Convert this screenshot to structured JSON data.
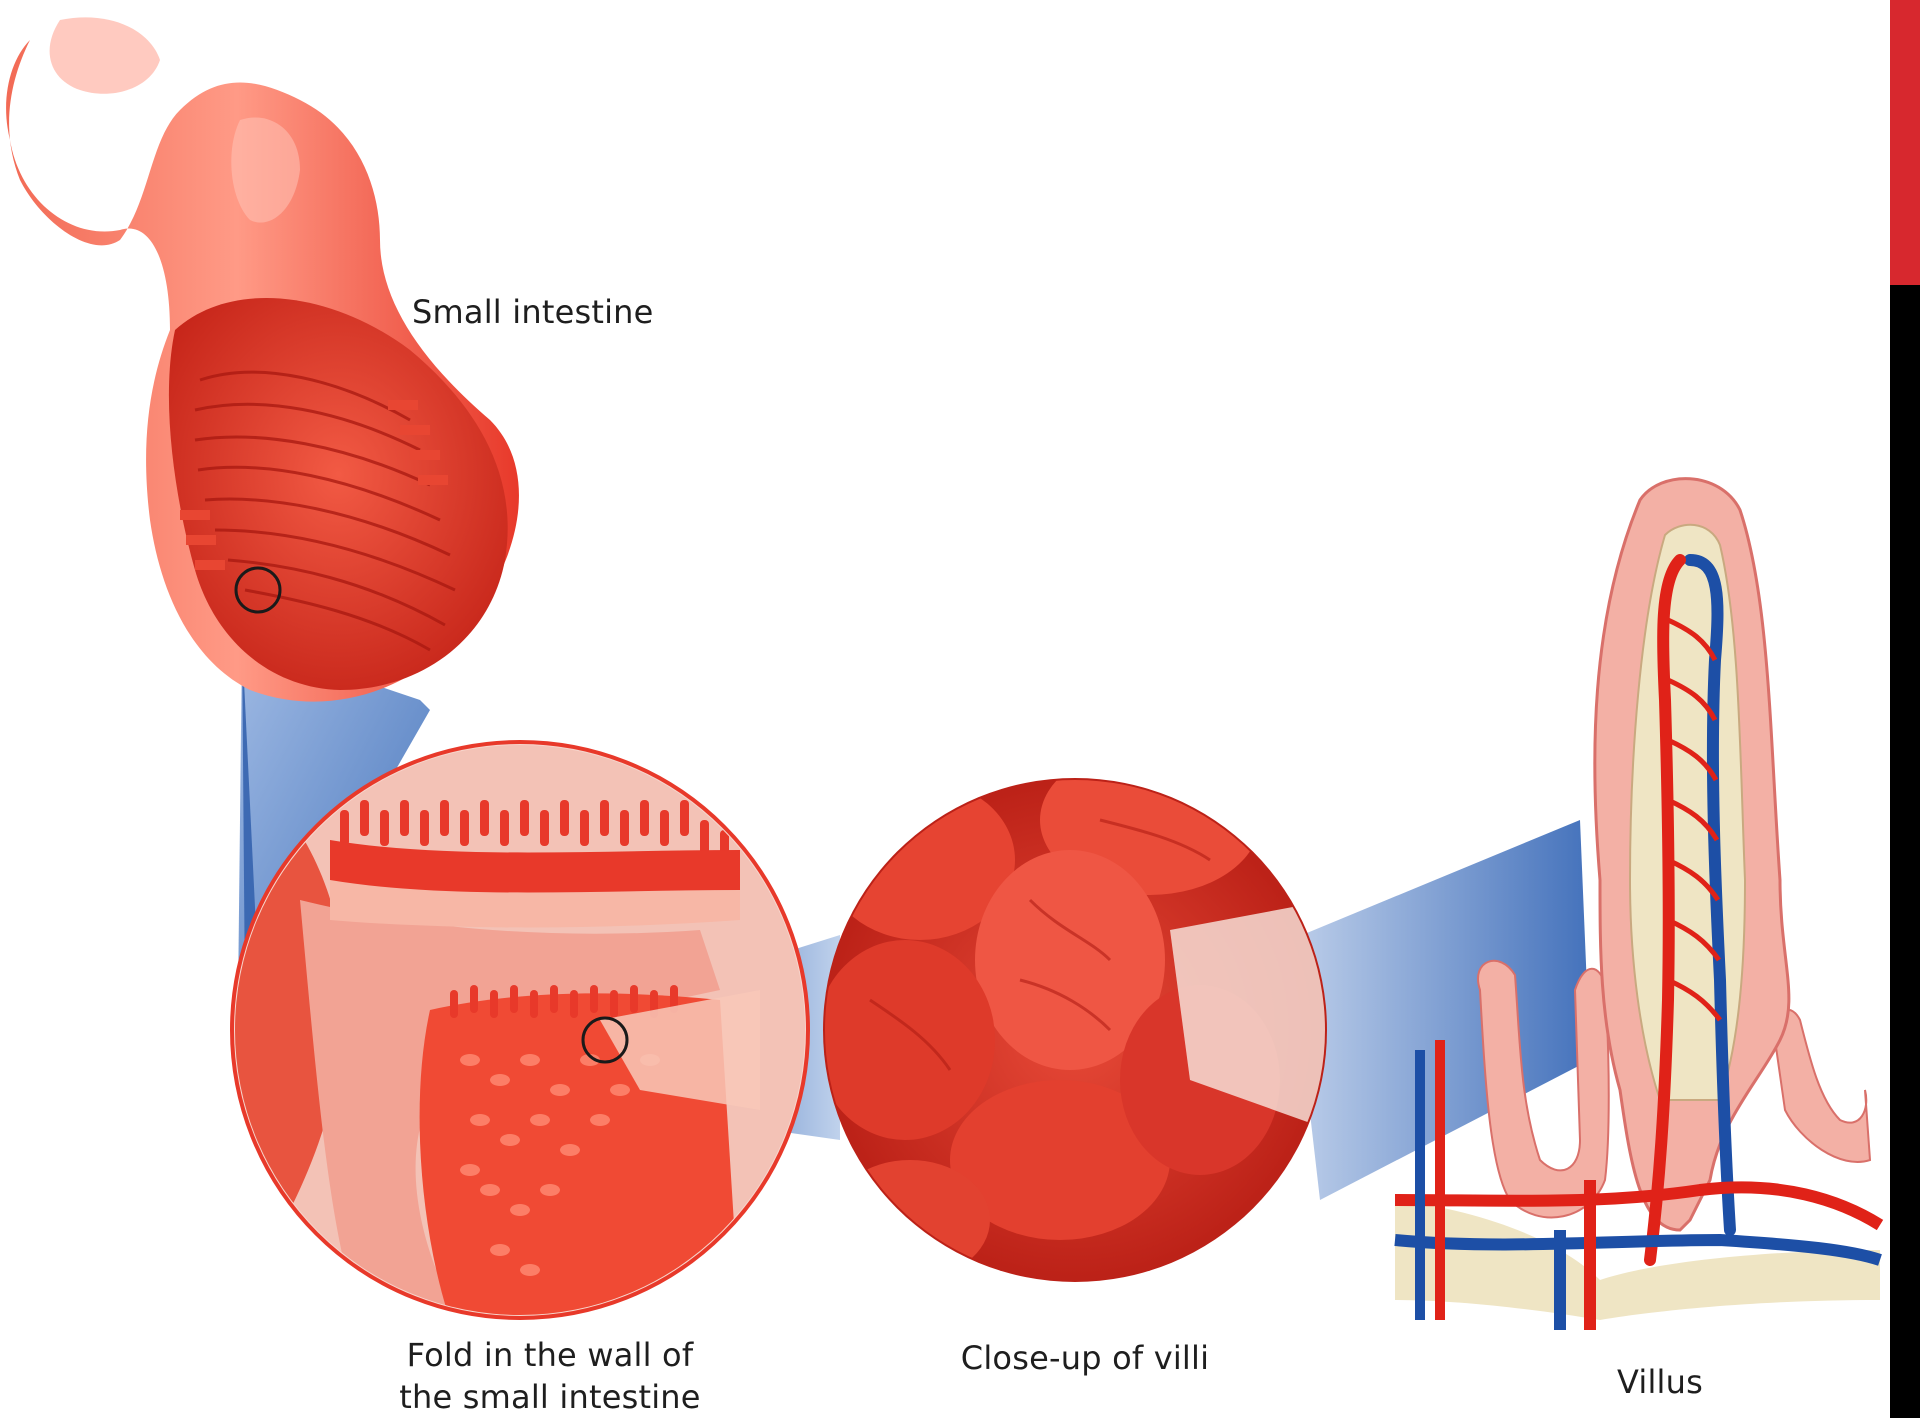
{
  "labels": {
    "small_intestine": "Small intestine",
    "fold_line1": "Fold in the wall of",
    "fold_line2": "the small intestine",
    "closeup": "Close-up of villi",
    "villus": "Villus"
  },
  "colors": {
    "tissue_red": "#e8392a",
    "tissue_light": "#f27a5e",
    "tissue_pink": "#f3b0a5",
    "artery_red": "#e02218",
    "vein_blue": "#1d4fa6",
    "callout_blue": "#4f7fc2",
    "lymph_cream": "#efe5c4",
    "accent_bar": "#d7282e",
    "edge_black": "#000000"
  },
  "icons": {
    "zoom_marker_1": "circle-marker-icon",
    "zoom_marker_2": "circle-marker-icon"
  }
}
